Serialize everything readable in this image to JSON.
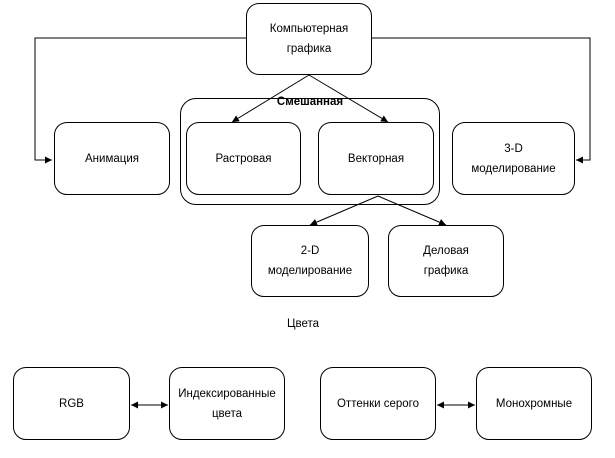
{
  "diagram": {
    "root": "Компьютерная\nграфика",
    "mixed_group": "Смешанная",
    "animation": "Анимация",
    "raster": "Растровая",
    "vector": "Векторная",
    "modeling_3d": "3-D\nмоделирование",
    "modeling_2d": "2-D\nмоделирование",
    "business_graphics": "Деловая\nграфика",
    "colors_caption": "Цвета",
    "rgb": "RGB",
    "indexed_colors": "Индексированные\nцвета",
    "grayscale": "Оттенки серого",
    "monochrome": "Монохромные"
  }
}
